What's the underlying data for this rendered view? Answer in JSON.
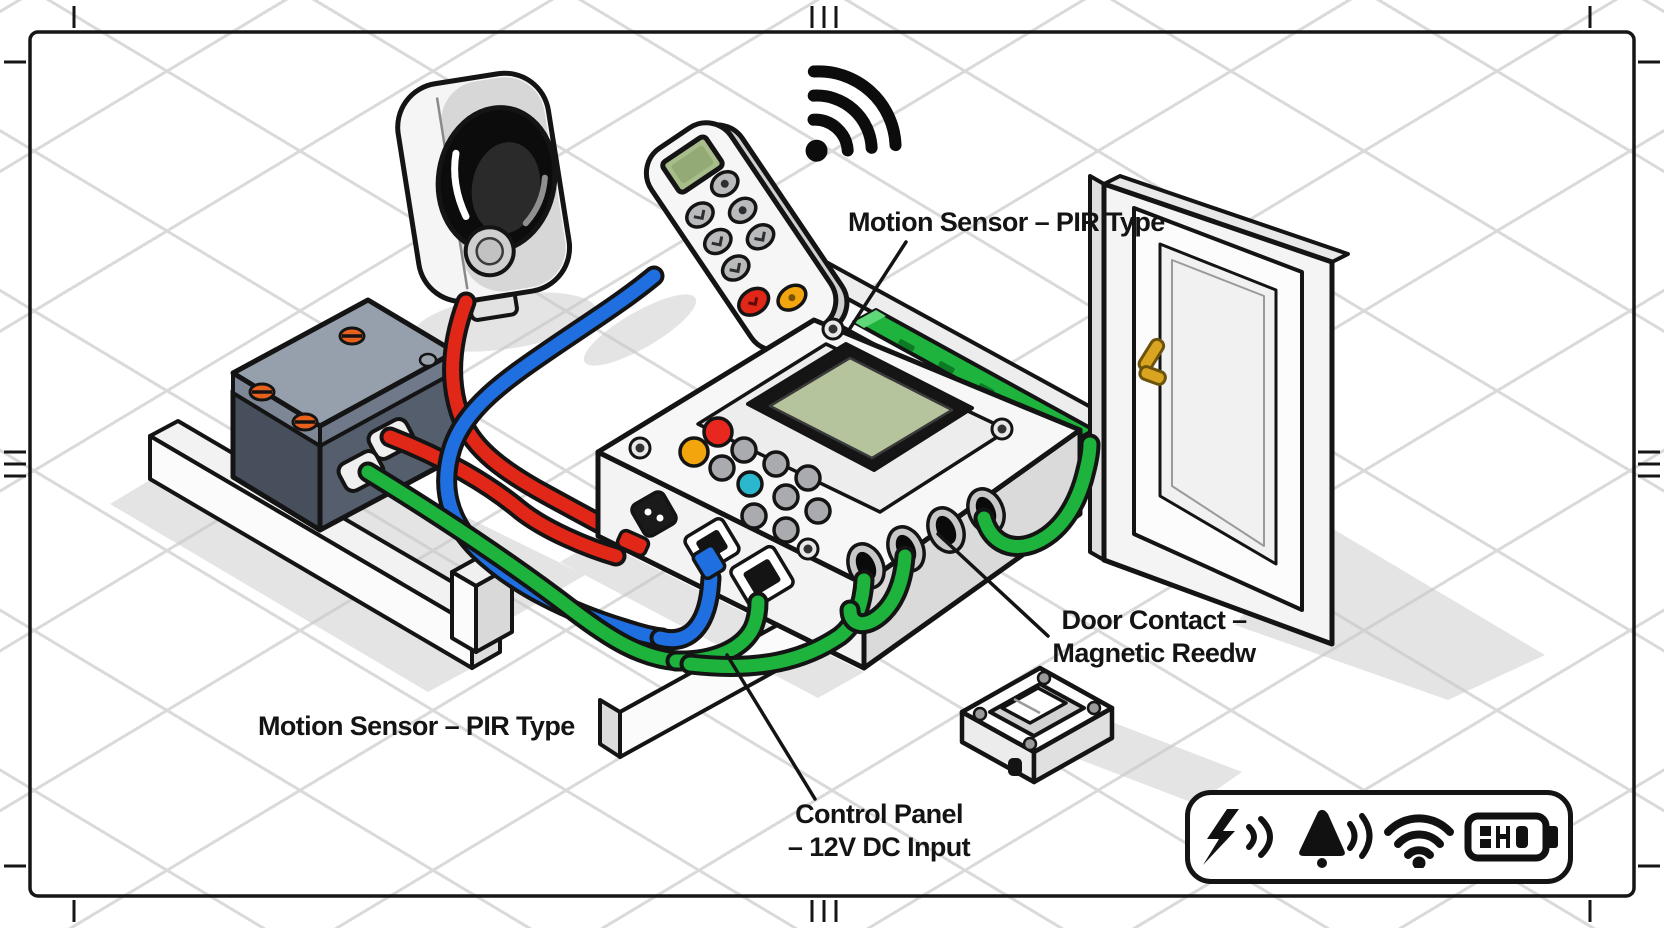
{
  "illustration": {
    "labels": {
      "motion_sensor": "Motion Sensor – PIR Type",
      "door_contact_line1": "Door Contact –",
      "door_contact_line2": "Magnetic Reedw",
      "control_panel_line1": "Control Panel",
      "control_panel_line2": "– 12V DC Input"
    },
    "components": [
      "pir-camera-sensor",
      "wireless-remote-keypad",
      "junction-box",
      "control-panel",
      "door",
      "door-contact-switch"
    ],
    "legend_icons": [
      "power-alert-icon",
      "alarm-bell-icon",
      "wifi-signal-icon",
      "battery-icon"
    ],
    "colors": {
      "wire_red": "#e02718",
      "wire_blue": "#1f6fe0",
      "wire_green": "#1db33c",
      "outline": "#141414",
      "grid_line": "#dadada",
      "lcd_green": "#b5c49c",
      "button_red": "#e8281e",
      "button_orange": "#f2a50c",
      "button_cyan": "#2bb8cf",
      "handle_gold": "#d9a520",
      "junction_box_body": "#545e6c"
    }
  }
}
